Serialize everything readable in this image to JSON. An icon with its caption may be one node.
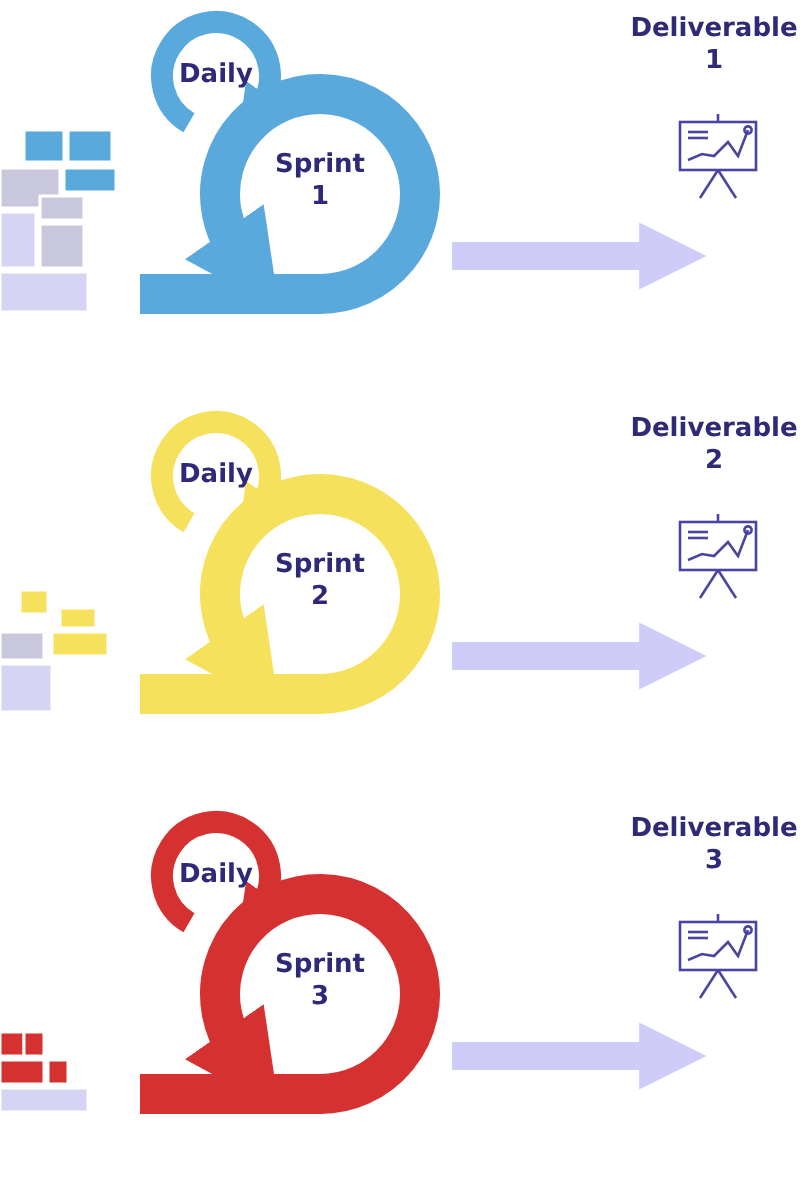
{
  "diagram": {
    "nodes": [
      {
        "text": [
          "Daily"
        ]
      },
      {
        "text": [
          "Sprint 1"
        ]
      },
      {
        "text": [
          "Deliverable 1"
        ]
      },
      {
        "text": [
          "Daily"
        ]
      },
      {
        "text": [
          "Sprint 2"
        ]
      },
      {
        "text": [
          "Deliverable 2"
        ]
      },
      {
        "text": [
          "Daily"
        ]
      },
      {
        "text": [
          "Sprint 3"
        ]
      },
      {
        "text": [
          "Deliverable 3"
        ]
      }
    ],
    "edges": [
      {
        "from": 1,
        "to": null,
        "arrow": "to"
      },
      {
        "from": 4,
        "to": null,
        "arrow": "to"
      },
      {
        "from": 7,
        "to": null,
        "arrow": "to"
      }
    ]
  }
}
